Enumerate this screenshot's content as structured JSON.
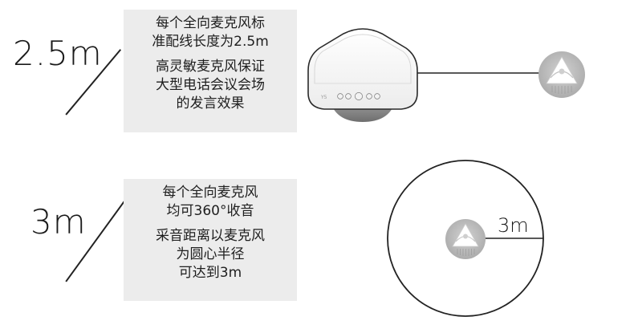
{
  "row1": {
    "distance_label": "2.5m",
    "paragraphs": [
      [
        "每个全向麦克风标",
        "准配线长度为2.5m"
      ],
      [
        "高灵敏麦克风保证",
        "大型电话会议会场",
        "的发言效果"
      ]
    ]
  },
  "row2": {
    "distance_label": "3m",
    "paragraphs": [
      [
        "每个全向麦克风",
        "均可360°收音"
      ],
      [
        "采音距离以麦克风",
        "为圆心半径",
        "可达到3m"
      ]
    ],
    "radius_label": "3m"
  },
  "device": {
    "logo": "Y5"
  },
  "colors": {
    "box_bg": "#ececec",
    "mic_gray": "#b8b8b8",
    "line": "#222222"
  }
}
